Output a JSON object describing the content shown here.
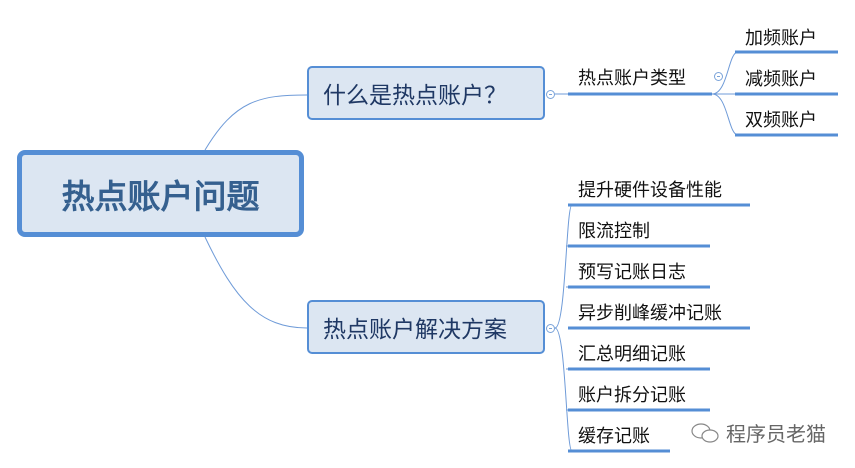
{
  "root": "热点账户问题",
  "branches": [
    {
      "label": "什么是热点账户？",
      "children": [
        {
          "label": "热点账户类型",
          "children": [
            "加频账户",
            "减频账户",
            "双频账户"
          ]
        }
      ]
    },
    {
      "label": "热点账户解决方案",
      "children": [
        "提升硬件设备性能",
        "限流控制",
        "预写记账日志",
        "异步削峰缓冲记账",
        "汇总明细记账",
        "账户拆分记账",
        "缓存记账"
      ]
    }
  ],
  "watermark": "程序员老猫",
  "colors": {
    "line": "#558ed5",
    "fill": "#dce6f2"
  }
}
